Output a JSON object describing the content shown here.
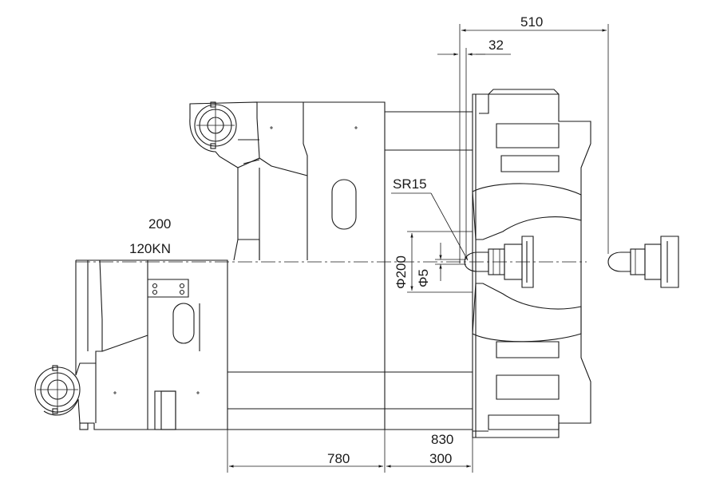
{
  "labels": {
    "dim_510": "510",
    "dim_32": "32",
    "dim_sr15": "SR15",
    "dim_200": "200",
    "force_120kn": "120KN",
    "dim_phi200": "Φ200",
    "dim_phi5": "Φ5",
    "dim_830": "830",
    "dim_780": "780",
    "dim_300": "300"
  },
  "colors": {
    "line": "#1a1a1a",
    "background": "#ffffff"
  }
}
